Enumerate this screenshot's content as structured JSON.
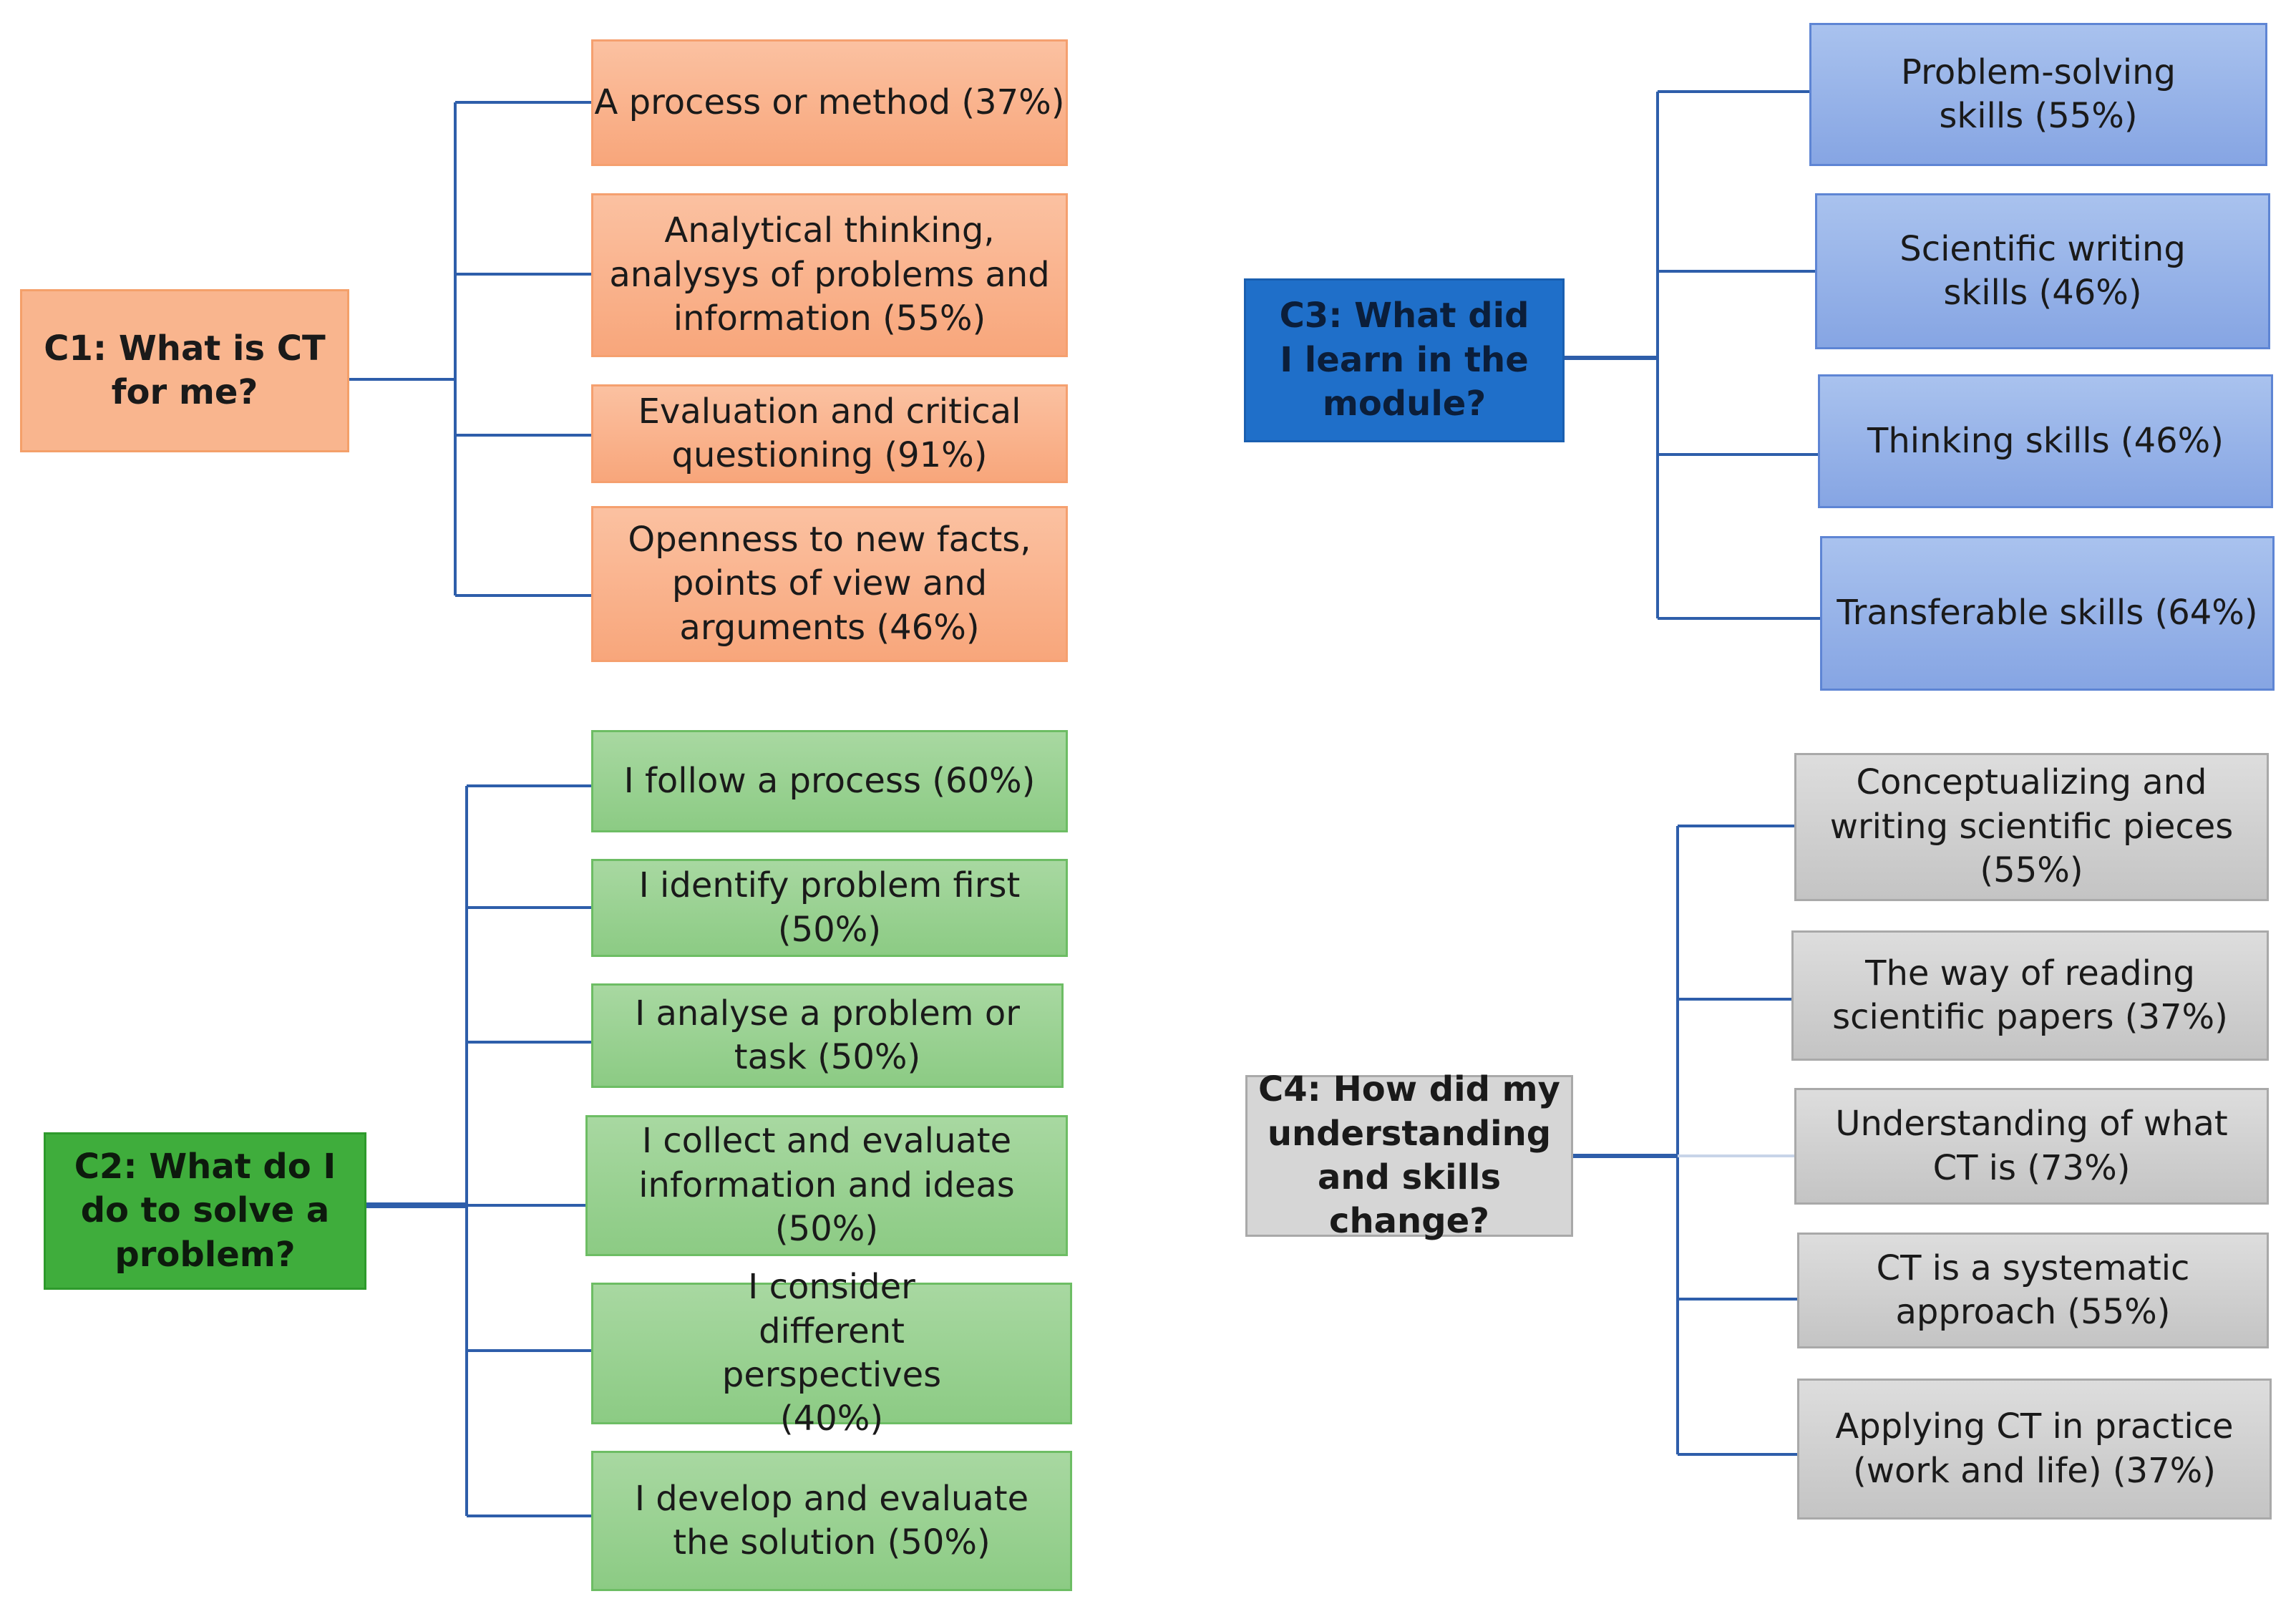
{
  "colors": {
    "connector": "#2e5eaa",
    "orange": "#f9b58e",
    "green": "#3fad3c",
    "blue": "#1f6fc9",
    "gray": "#d6d6d6"
  },
  "c1": {
    "title": "C1: What is CT for me?",
    "items": [
      "A process or method (37%)",
      "Analytical thinking, analysys of problems and information (55%)",
      "Evaluation and critical questioning (91%)",
      "Openness to new facts, points of view and arguments (46%)"
    ]
  },
  "c2": {
    "title": "C2: What do I do to solve a problem?",
    "items": [
      "I follow a process (60%)",
      "I identify problem first (50%)",
      "I analyse a problem or task (50%)",
      "I collect and evaluate information and ideas (50%)",
      "I consider different perspectives (40%)",
      "I develop and evaluate the solution (50%)"
    ]
  },
  "c3": {
    "title": "C3: What did I learn in the module?",
    "items": [
      "Problem-solving skills (55%)",
      "Scientific writing skills (46%)",
      "Thinking skills (46%)",
      "Transferable skills (64%)"
    ]
  },
  "c4": {
    "title": "C4: How did my understanding and skills change?",
    "items": [
      "Conceptualizing and writing scientific pieces (55%)",
      "The way of reading scientific papers (37%)",
      "Understanding of what CT is (73%)",
      "CT is a systematic approach (55%)",
      "Applying CT in practice (work and life) (37%)"
    ]
  }
}
